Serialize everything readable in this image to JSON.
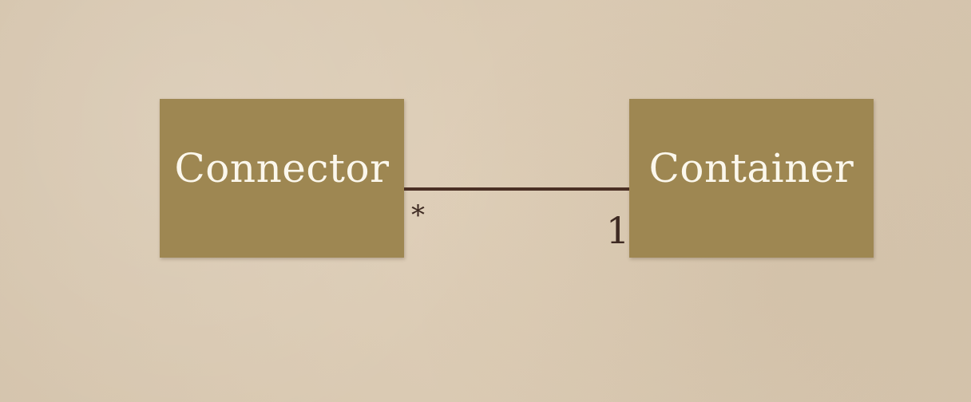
{
  "diagram": {
    "classes": [
      {
        "id": "connector",
        "label": "Connector"
      },
      {
        "id": "container",
        "label": "Container"
      }
    ],
    "association": {
      "from": "Connector",
      "to": "Container",
      "from_multiplicity": "*",
      "to_multiplicity": "1"
    }
  },
  "colors": {
    "background": "#dccbb3",
    "box_fill": "#9e8752",
    "box_text": "#fbf7ec",
    "line": "#4a2f24",
    "multiplicity_text": "#3e2a22"
  }
}
